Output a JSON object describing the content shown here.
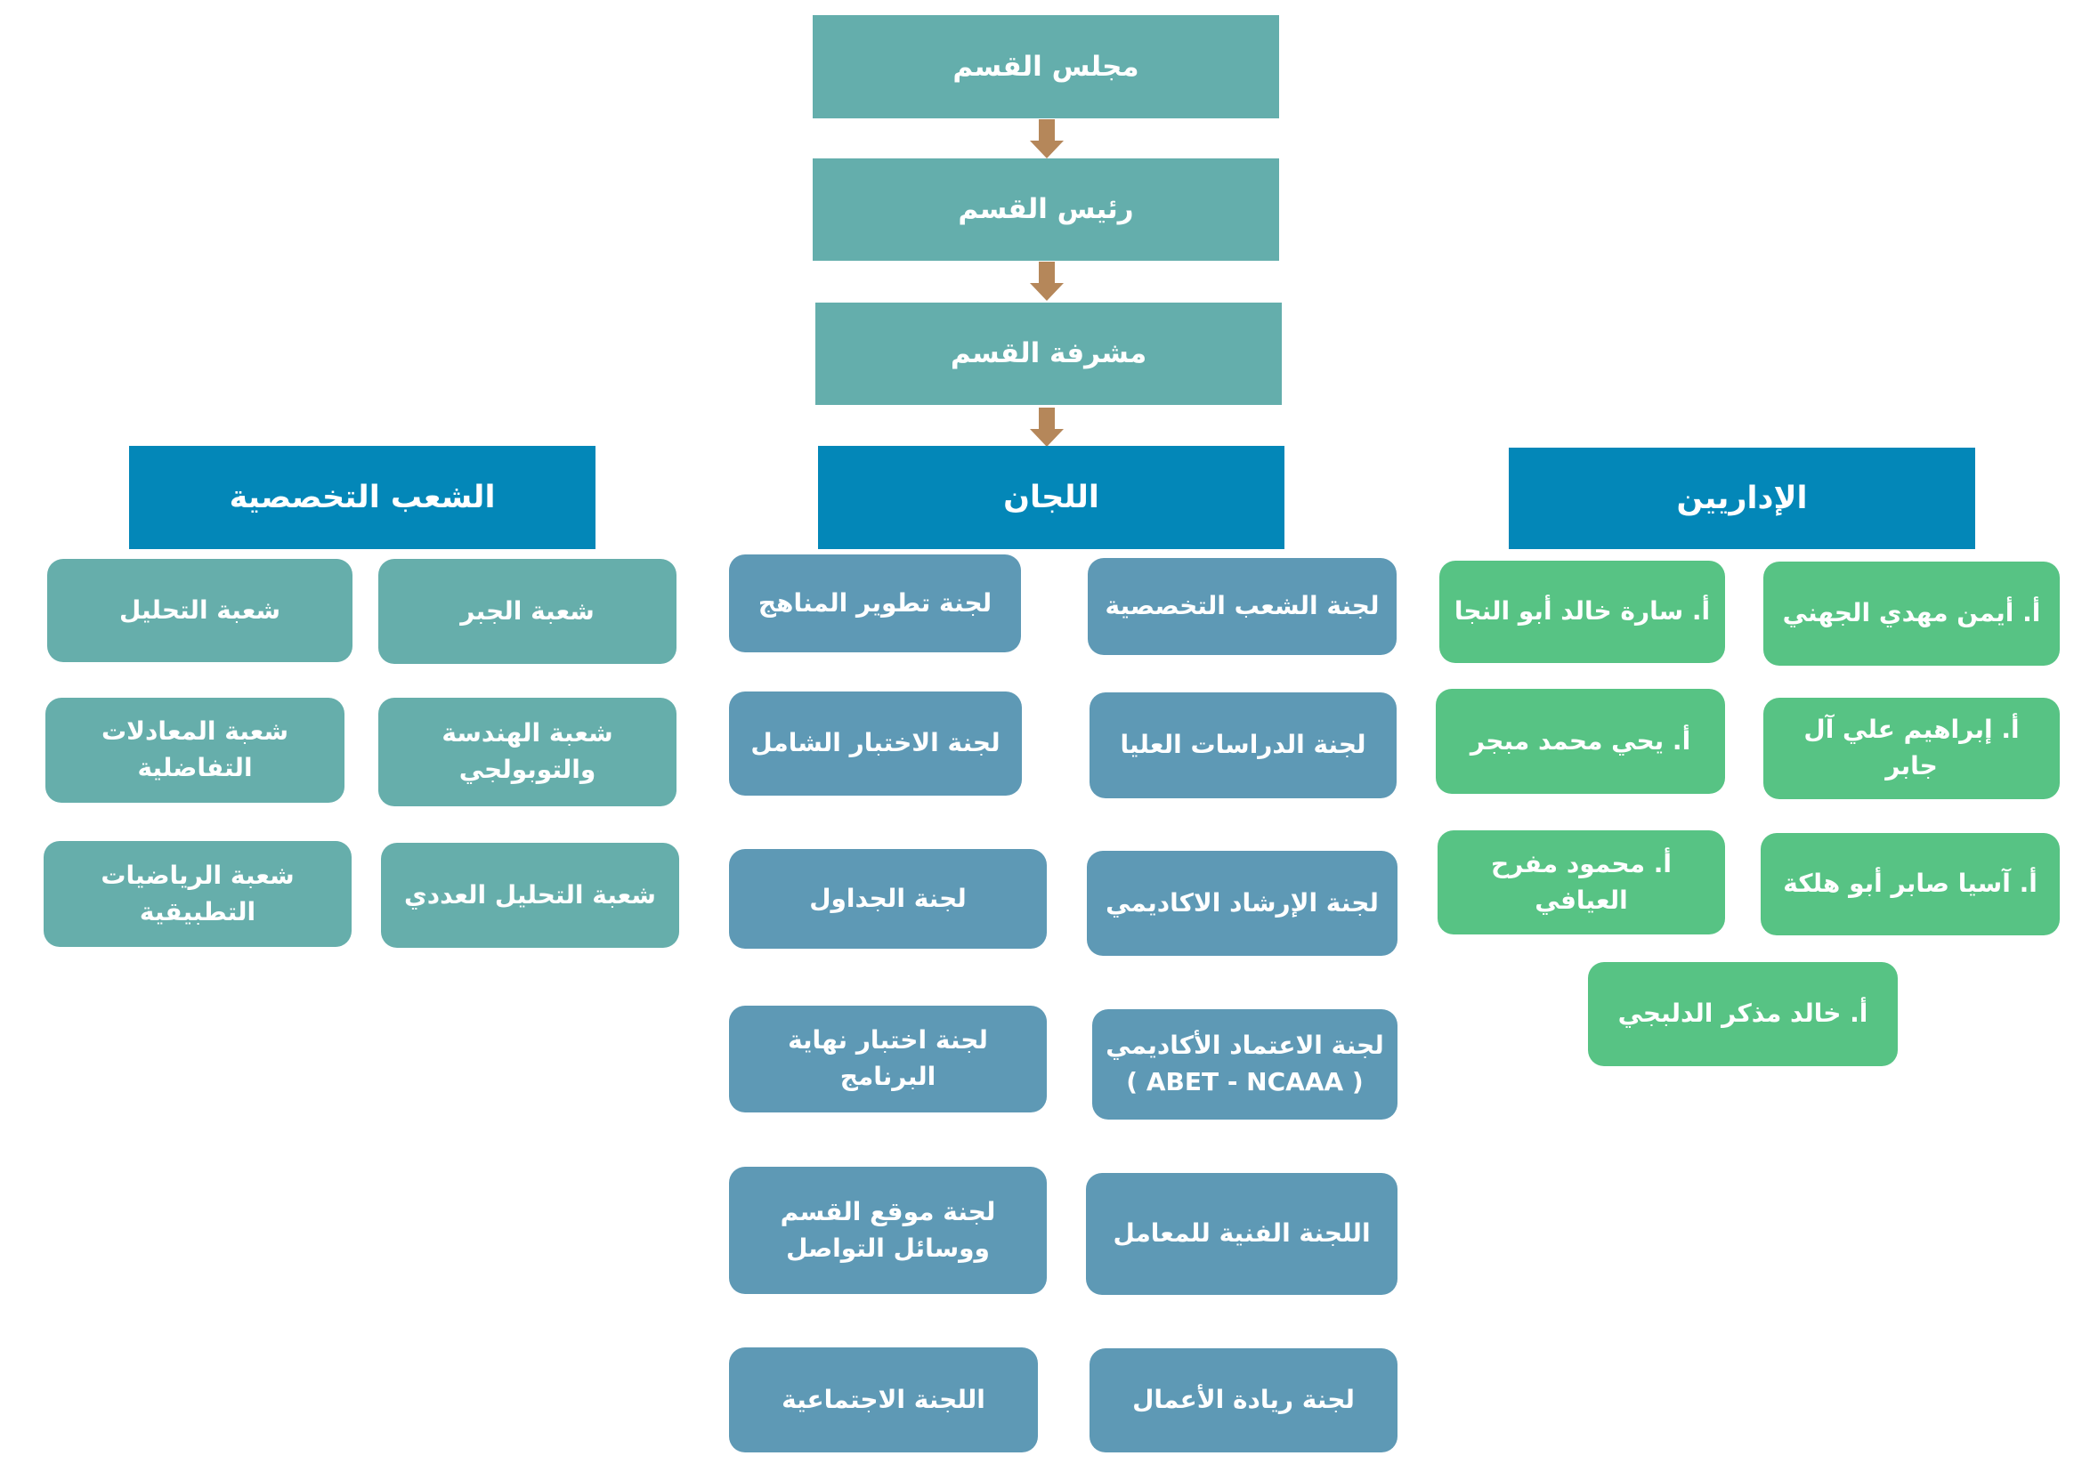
{
  "top_chain": {
    "council": "مجلس القسم",
    "head": "رئيس القسم",
    "supervisor": "مشرفة القسم"
  },
  "headers": {
    "divisions": "الشعب التخصصية",
    "committees": "اللجان",
    "administrators": "الإداريين"
  },
  "divisions": [
    "شعبة الجبر",
    "شعبة التحليل",
    "شعبة الهندسة\nوالتوبولجي",
    "شعبة المعادلات\nالتفاضلية",
    "شعبة التحليل العددي",
    "شعبة الرياضيات\nالتطبيقية"
  ],
  "committees": [
    "لجنة الشعب التخصصية",
    "لجنة تطوير المناهج",
    "لجنة الدراسات العليا",
    "لجنة الاختبار الشامل",
    "لجنة الإرشاد الاكاديمي",
    "لجنة الجداول",
    "لجنة الاعتماد الأكاديمي\n( ABET - NCAAA )",
    "لجنة اختبار نهاية البرنامج",
    "اللجنة الفنية للمعامل",
    "لجنة موقع القسم\nووسائل التواصل",
    "لجنة ريادة الأعمال",
    "اللجنة الاجتماعية"
  ],
  "administrators": [
    "أ. أيمن مهدي الجهني",
    "أ. سارة خالد أبو النجا",
    "أ. إبراهيم علي آل جابر",
    "أ. يحي محمد مبجر",
    "أ. آسيا صابر أبو هلكة",
    "أ. محمود مفرح العيافي",
    "أ. خالد مذكر الدلبجي"
  ],
  "colors": {
    "top_boxes": "#64aeac",
    "headers": "#0387b8",
    "divisions": "#66aeab",
    "committees": "#5e99b5",
    "administrators": "#57c384",
    "arrows": "#b5875a"
  }
}
